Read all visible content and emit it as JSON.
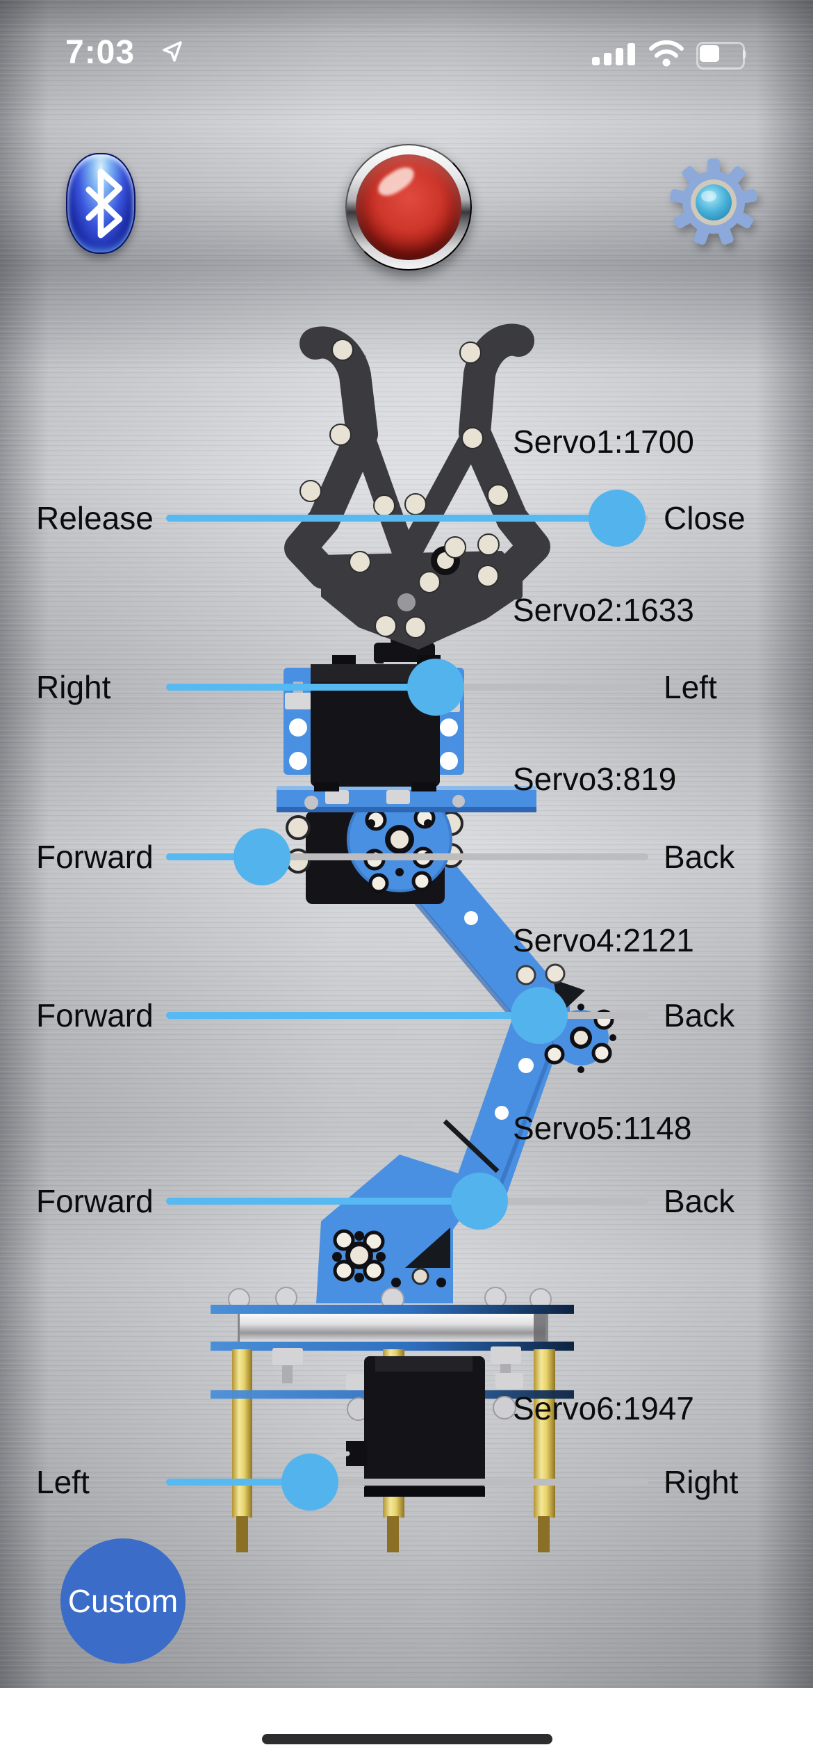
{
  "status_bar": {
    "time": "7:03",
    "icons": [
      "location-arrow",
      "cellular-signal",
      "wifi",
      "battery"
    ],
    "signal_bars": 4,
    "battery_level_percent": 45
  },
  "toolbar": {
    "bluetooth_button": {
      "icon": "bluetooth-icon"
    },
    "power_button": {
      "icon": "red-power-button"
    },
    "settings_button": {
      "icon": "gear-icon"
    }
  },
  "servos": [
    {
      "name": "Servo1",
      "value": 1700,
      "label": "Servo1:1700",
      "min_label": "Release",
      "max_label": "Close",
      "thumb_position": 0.935
    },
    {
      "name": "Servo2",
      "value": 1633,
      "label": "Servo2:1633",
      "min_label": "Right",
      "max_label": "Left",
      "thumb_position": 0.559
    },
    {
      "name": "Servo3",
      "value": 819,
      "label": "Servo3:819",
      "min_label": "Forward",
      "max_label": "Back",
      "thumb_position": 0.199
    },
    {
      "name": "Servo4",
      "value": 2121,
      "label": "Servo4:2121",
      "min_label": "Forward",
      "max_label": "Back",
      "thumb_position": 0.774
    },
    {
      "name": "Servo5",
      "value": 1148,
      "label": "Servo5:1148",
      "min_label": "Forward",
      "max_label": "Back",
      "thumb_position": 0.65
    },
    {
      "name": "Servo6",
      "value": 1947,
      "label": "Servo6:1947",
      "min_label": "Left",
      "max_label": "Right",
      "thumb_position": 0.298
    }
  ],
  "custom_button": {
    "label": "Custom"
  },
  "colors": {
    "slider_blue": "#57b9f1",
    "slider_gray": "#bdbdbf",
    "arm_blue": "#4a90e2",
    "custom_blue": "#3a6cc8",
    "claw_dark": "#3b3b3f"
  }
}
